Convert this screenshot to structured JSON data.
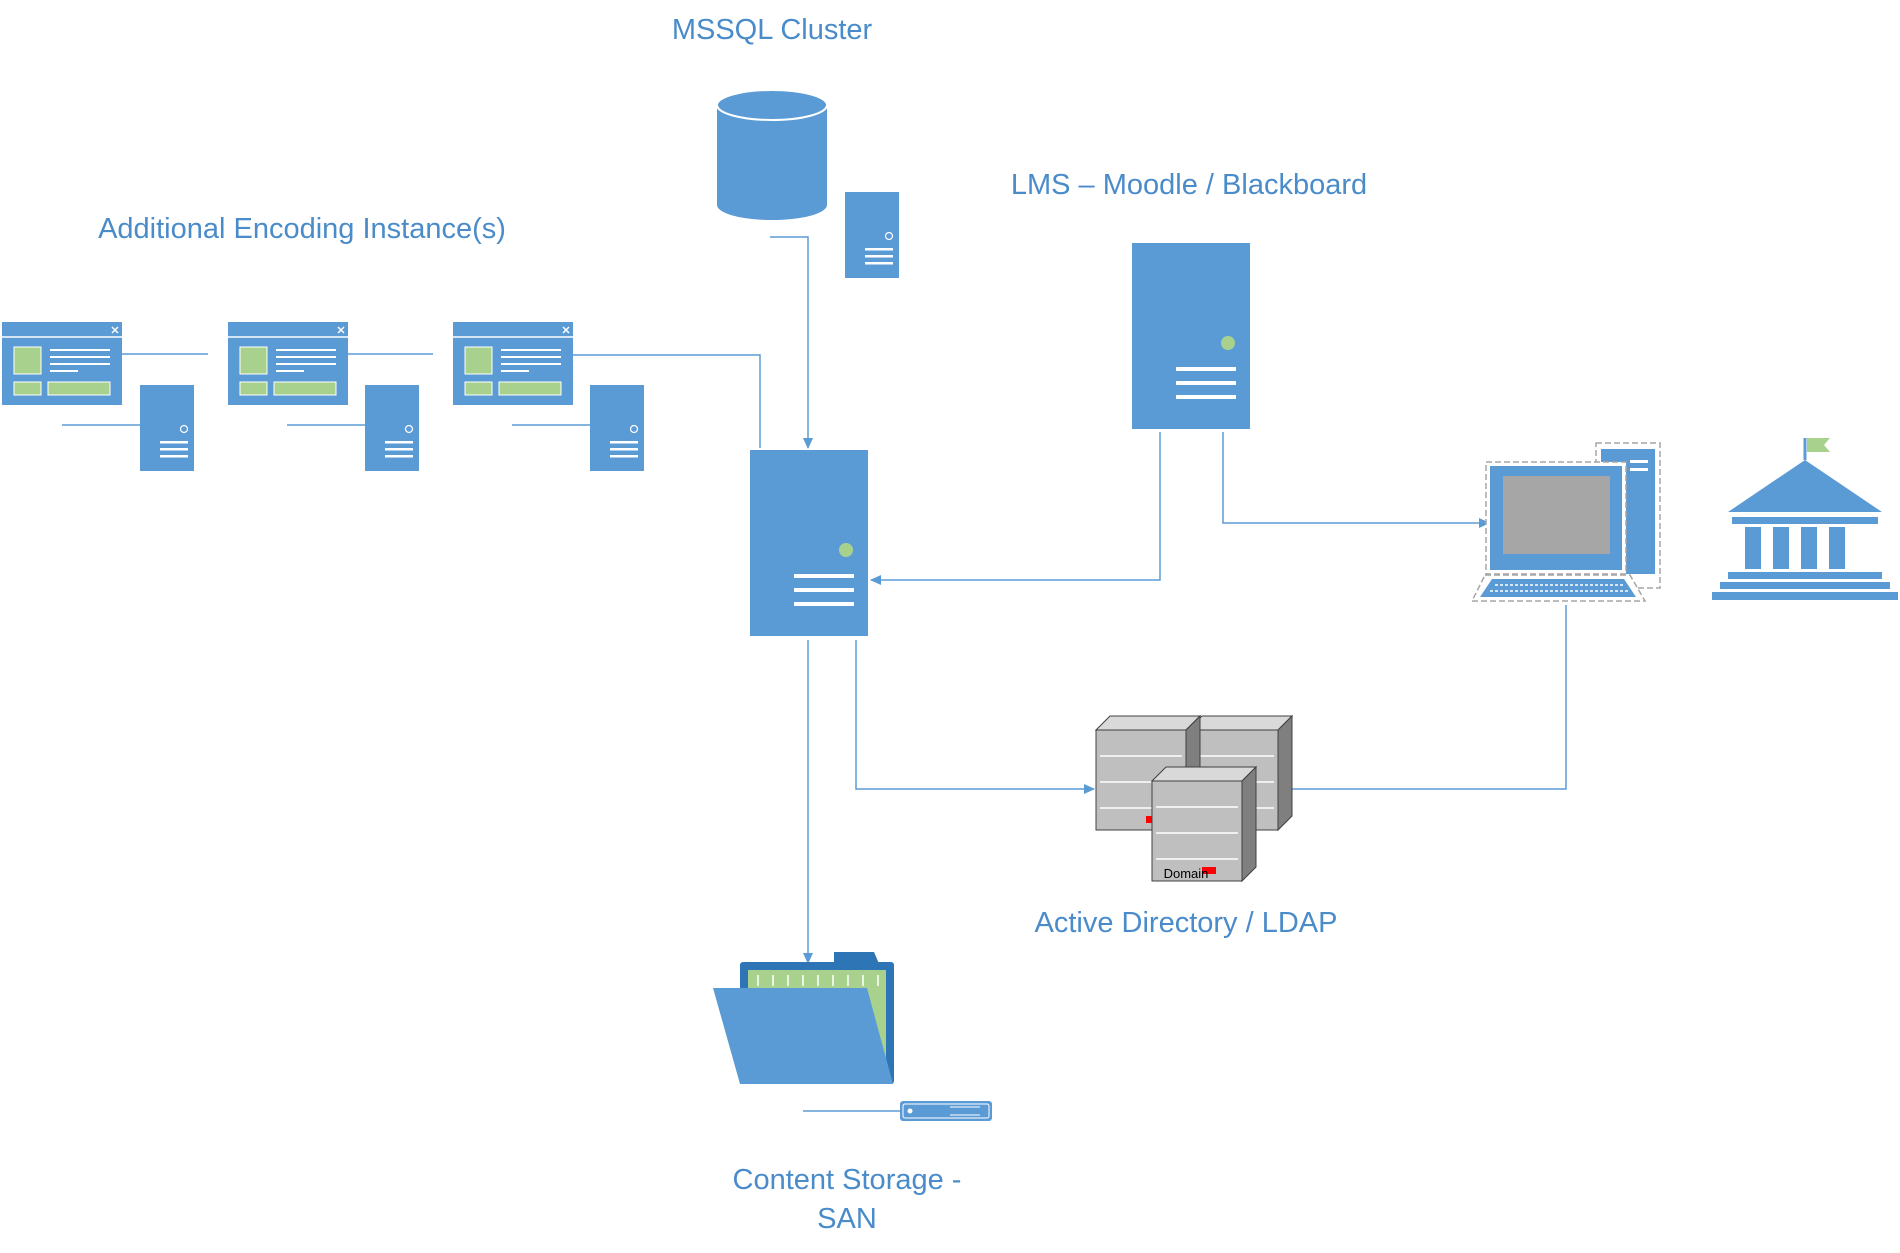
{
  "labels": {
    "mssql": "MSSQL Cluster",
    "lms": "LMS – Moodle / Blackboard",
    "encoding": "Additional Encoding Instance(s)",
    "active_directory": "Active Directory / LDAP",
    "storage_line1": "Content Storage -",
    "storage_line2": "SAN",
    "domain": "Domain"
  },
  "colors": {
    "blue": "#5B9BD5",
    "label_blue": "#4A8BC9",
    "green": "#A9D18E",
    "gray": "#A6A6A6",
    "red": "#FF0000"
  },
  "icons": {
    "database": "database-icon",
    "server": "server-icon",
    "app_window": "app-window-icon",
    "workstation": "desktop-computer-icon",
    "institution": "institution-building-icon",
    "server_cluster": "server-cluster-icon",
    "folder": "open-folder-icon",
    "storage_device": "storage-device-icon"
  }
}
